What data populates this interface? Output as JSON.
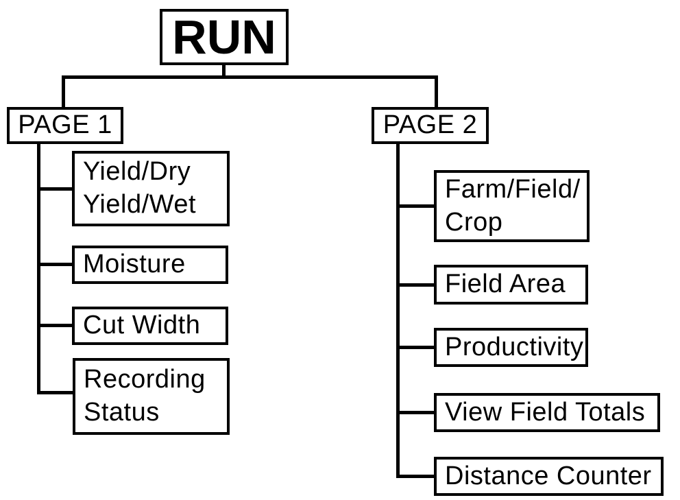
{
  "colors": {
    "line": "#000000",
    "background": "#ffffff",
    "text": "#000000"
  },
  "tree": {
    "root": {
      "label": "RUN"
    },
    "branches": [
      {
        "label": "PAGE 1",
        "children": [
          {
            "lines": [
              "Yield/Dry",
              "Yield/Wet"
            ]
          },
          {
            "lines": [
              "Moisture"
            ]
          },
          {
            "lines": [
              "Cut Width"
            ]
          },
          {
            "lines": [
              "Recording",
              "Status"
            ]
          }
        ]
      },
      {
        "label": "PAGE 2",
        "children": [
          {
            "lines": [
              "Farm/Field/",
              "Crop"
            ]
          },
          {
            "lines": [
              "Field Area"
            ]
          },
          {
            "lines": [
              "Productivity"
            ]
          },
          {
            "lines": [
              "View Field Totals"
            ]
          },
          {
            "lines": [
              "Distance Counter"
            ]
          }
        ]
      }
    ]
  }
}
